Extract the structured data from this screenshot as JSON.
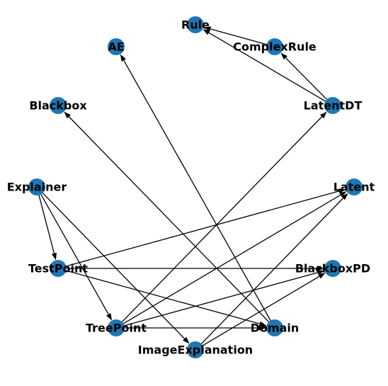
{
  "graph": {
    "node_color": "#1f77b4",
    "edge_color": "#000000",
    "nodes": [
      {
        "id": "Rule",
        "label": "Rule"
      },
      {
        "id": "AE",
        "label": "AE"
      },
      {
        "id": "ComplexRule",
        "label": "ComplexRule"
      },
      {
        "id": "Blackbox",
        "label": "Blackbox"
      },
      {
        "id": "LatentDT",
        "label": "LatentDT"
      },
      {
        "id": "Explainer",
        "label": "Explainer"
      },
      {
        "id": "Latent",
        "label": "Latent"
      },
      {
        "id": "TestPoint",
        "label": "TestPoint"
      },
      {
        "id": "BlackboxPD",
        "label": "BlackboxPD"
      },
      {
        "id": "TreePoint",
        "label": "TreePoint"
      },
      {
        "id": "Domain",
        "label": "Domain"
      },
      {
        "id": "ImageExplanation",
        "label": "ImageExplanation"
      }
    ],
    "edges": [
      {
        "from": "ComplexRule",
        "to": "Rule"
      },
      {
        "from": "LatentDT",
        "to": "Rule"
      },
      {
        "from": "LatentDT",
        "to": "ComplexRule"
      },
      {
        "from": "Domain",
        "to": "AE"
      },
      {
        "from": "Domain",
        "to": "Blackbox"
      },
      {
        "from": "TreePoint",
        "to": "LatentDT"
      },
      {
        "from": "Explainer",
        "to": "TestPoint"
      },
      {
        "from": "Explainer",
        "to": "TreePoint"
      },
      {
        "from": "Explainer",
        "to": "ImageExplanation"
      },
      {
        "from": "TestPoint",
        "to": "Latent"
      },
      {
        "from": "TreePoint",
        "to": "Latent"
      },
      {
        "from": "ImageExplanation",
        "to": "Latent"
      },
      {
        "from": "TestPoint",
        "to": "BlackboxPD"
      },
      {
        "from": "TreePoint",
        "to": "BlackboxPD"
      },
      {
        "from": "ImageExplanation",
        "to": "BlackboxPD"
      },
      {
        "from": "TestPoint",
        "to": "Domain"
      },
      {
        "from": "TreePoint",
        "to": "Domain"
      }
    ]
  }
}
